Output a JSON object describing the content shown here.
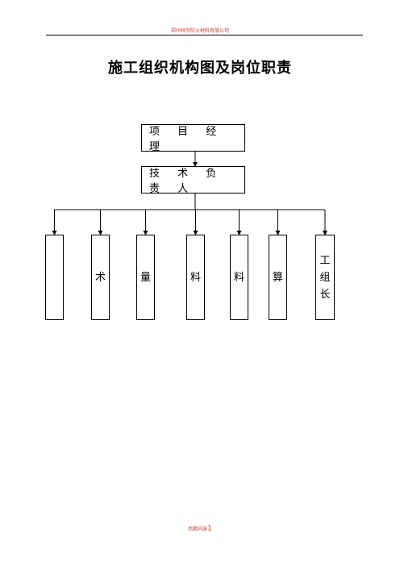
{
  "header": {
    "company": "郑州祥宇防火材料有限公司"
  },
  "title": "施工组织机构图及岗位职责",
  "chart": {
    "top_box": "项 目 经 理",
    "mid_box": "技 术 负 责 人",
    "columns": [
      {
        "label": ""
      },
      {
        "label": "术"
      },
      {
        "label": "量"
      },
      {
        "label": "料"
      },
      {
        "label": "料"
      },
      {
        "label": "算"
      },
      {
        "label": "工\n组\n长"
      }
    ]
  },
  "footer": {
    "text": "后期内容",
    "page": "1"
  }
}
